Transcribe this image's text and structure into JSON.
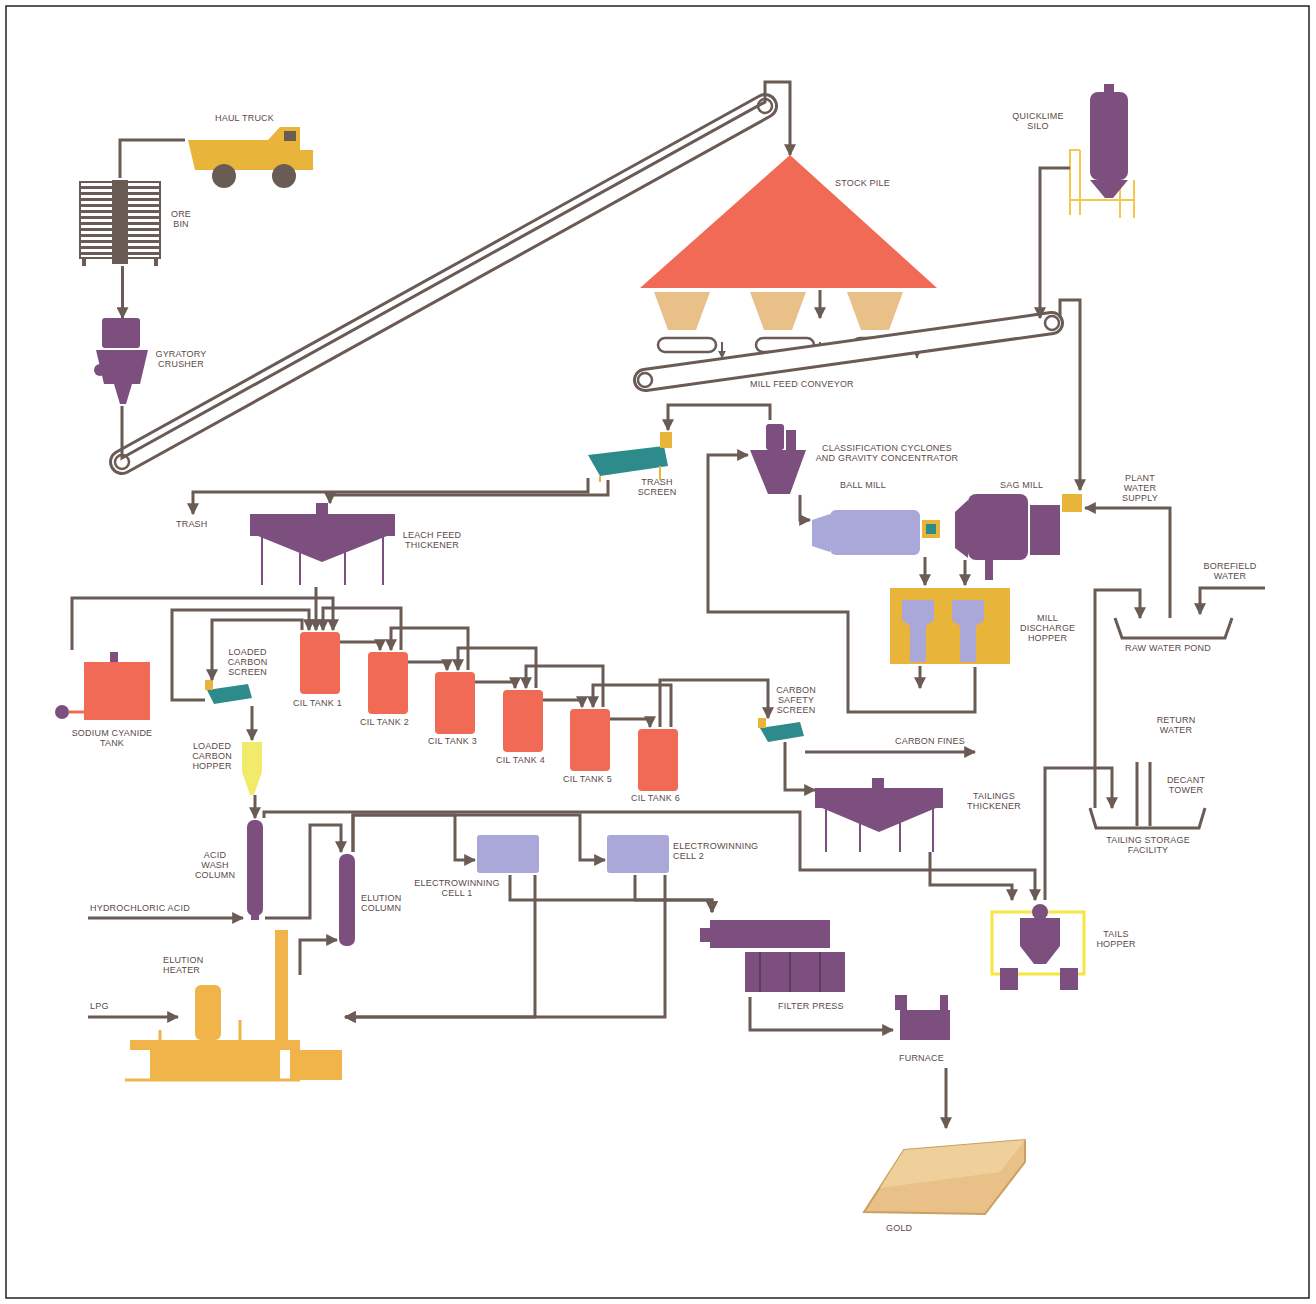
{
  "diagram": {
    "nodes": [
      {
        "text": [
          "HAUL TRUCK"
        ]
      },
      {
        "text": [
          "ORE BIN"
        ]
      },
      {
        "text": [
          "GYRATORY CRUSHER"
        ]
      },
      {
        "text": [
          "STOCK PILE"
        ]
      },
      {
        "text": [
          "MILL FEED CONVEYOR"
        ]
      },
      {
        "text": [
          "QUICKLIME SILO"
        ]
      },
      {
        "text": [
          "SAG MILL"
        ]
      },
      {
        "text": [
          "BALL MILL"
        ]
      },
      {
        "text": [
          "MILL DISCHARGE HOPPER"
        ]
      },
      {
        "text": [
          "CLASSIFICATION CYCLONES AND GRAVITY CONCENTRATOR"
        ]
      },
      {
        "text": [
          "TRASH SCREEN"
        ]
      },
      {
        "text": [
          "LEACH FEED THICKENER"
        ]
      },
      {
        "text": [
          "SODIUM CYANIDE TANK"
        ]
      },
      {
        "text": [
          "CIL TANK 1"
        ]
      },
      {
        "text": [
          "CIL TANK 2"
        ]
      },
      {
        "text": [
          "CIL TANK 3"
        ]
      },
      {
        "text": [
          "CIL TANK 4"
        ]
      },
      {
        "text": [
          "CIL TANK 5"
        ]
      },
      {
        "text": [
          "CIL TANK 6"
        ]
      },
      {
        "text": [
          "LOADED CARBON SCREEN"
        ]
      },
      {
        "text": [
          "LOADED CARBON HOPPER"
        ]
      },
      {
        "text": [
          "CARBON SAFETY SCREEN"
        ]
      },
      {
        "text": [
          "TAILINGS THICKENER"
        ]
      },
      {
        "text": [
          "TAILS HOPPER"
        ]
      },
      {
        "text": [
          "TAILING STORAGE FACILITY"
        ]
      },
      {
        "text": [
          "RAW WATER POND"
        ]
      },
      {
        "text": [
          "ACID WASH COLUMN"
        ]
      },
      {
        "text": [
          "ELUTION COLUMN"
        ]
      },
      {
        "text": [
          "ELECTROWINNING CELL 1"
        ]
      },
      {
        "text": [
          "ELECTROWINNING CELL 2"
        ]
      },
      {
        "text": [
          "ELUTION HEATER"
        ]
      },
      {
        "text": [
          "FILTER PRESS"
        ]
      },
      {
        "text": [
          "FURNACE"
        ]
      },
      {
        "text": [
          "GOLD"
        ]
      }
    ],
    "edges": [
      {
        "from": 0,
        "to": 1,
        "arrow": "none"
      },
      {
        "from": 1,
        "to": 2,
        "arrow": "to"
      },
      {
        "from": 2,
        "to": 3,
        "arrow": "to"
      },
      {
        "from": 3,
        "to": 4,
        "arrow": "to"
      },
      {
        "from": 5,
        "to": 4,
        "arrow": "to"
      },
      {
        "from": 4,
        "to": 6,
        "arrow": "to"
      },
      {
        "from": 6,
        "to": 8,
        "arrow": "to"
      },
      {
        "from": 7,
        "to": 8,
        "arrow": "to"
      },
      {
        "from": 8,
        "to": 9,
        "arrow": "to"
      },
      {
        "from": 9,
        "to": 7,
        "arrow": "to"
      },
      {
        "from": 9,
        "to": 10,
        "arrow": "to"
      },
      {
        "from": 10,
        "to": 11,
        "arrow": "to"
      },
      {
        "from": 25,
        "to": 6,
        "arrow": "to"
      },
      {
        "from": 11,
        "to": 13,
        "arrow": "to"
      },
      {
        "from": 12,
        "to": 13,
        "arrow": "to"
      },
      {
        "from": 13,
        "to": 14,
        "arrow": "to"
      },
      {
        "from": 14,
        "to": 15,
        "arrow": "to"
      },
      {
        "from": 15,
        "to": 16,
        "arrow": "to"
      },
      {
        "from": 16,
        "to": 17,
        "arrow": "to"
      },
      {
        "from": 17,
        "to": 18,
        "arrow": "to"
      },
      {
        "from": 14,
        "to": 13,
        "arrow": "to"
      },
      {
        "from": 15,
        "to": 14,
        "arrow": "to"
      },
      {
        "from": 16,
        "to": 15,
        "arrow": "to"
      },
      {
        "from": 17,
        "to": 16,
        "arrow": "to"
      },
      {
        "from": 18,
        "to": 17,
        "arrow": "to"
      },
      {
        "from": 13,
        "to": 19,
        "arrow": "to"
      },
      {
        "from": 19,
        "to": 20,
        "arrow": "to"
      },
      {
        "from": 19,
        "to": 13,
        "arrow": "to"
      },
      {
        "from": 20,
        "to": 26,
        "arrow": "to"
      },
      {
        "from": 26,
        "to": 23,
        "arrow": "to"
      },
      {
        "from": 26,
        "to": 27,
        "arrow": "to"
      },
      {
        "from": 27,
        "to": 28,
        "arrow": "to"
      },
      {
        "from": 27,
        "to": 29,
        "arrow": "to"
      },
      {
        "from": 28,
        "to": 31,
        "arrow": "to"
      },
      {
        "from": 29,
        "to": 31,
        "arrow": "to"
      },
      {
        "from": 28,
        "to": 30,
        "arrow": "to"
      },
      {
        "from": 29,
        "to": 30,
        "arrow": "to"
      },
      {
        "from": 30,
        "to": 27,
        "arrow": "to"
      },
      {
        "from": 31,
        "to": 32,
        "arrow": "to"
      },
      {
        "from": 32,
        "to": 33,
        "arrow": "to"
      },
      {
        "from": 18,
        "to": 21,
        "arrow": "to"
      },
      {
        "from": 21,
        "to": 22,
        "arrow": "to"
      },
      {
        "from": 22,
        "to": 23,
        "arrow": "to"
      },
      {
        "from": 23,
        "to": 24,
        "arrow": "to"
      },
      {
        "from": 24,
        "to": 25,
        "arrow": "to"
      }
    ],
    "labels": [
      "TRASH",
      "CARBON FINES",
      "HYDROCHLORIC ACID",
      "LPG",
      "BOREFIELD WATER",
      "PLANT WATER SUPPLY",
      "RETURN WATER",
      "DECANT TOWER"
    ]
  }
}
